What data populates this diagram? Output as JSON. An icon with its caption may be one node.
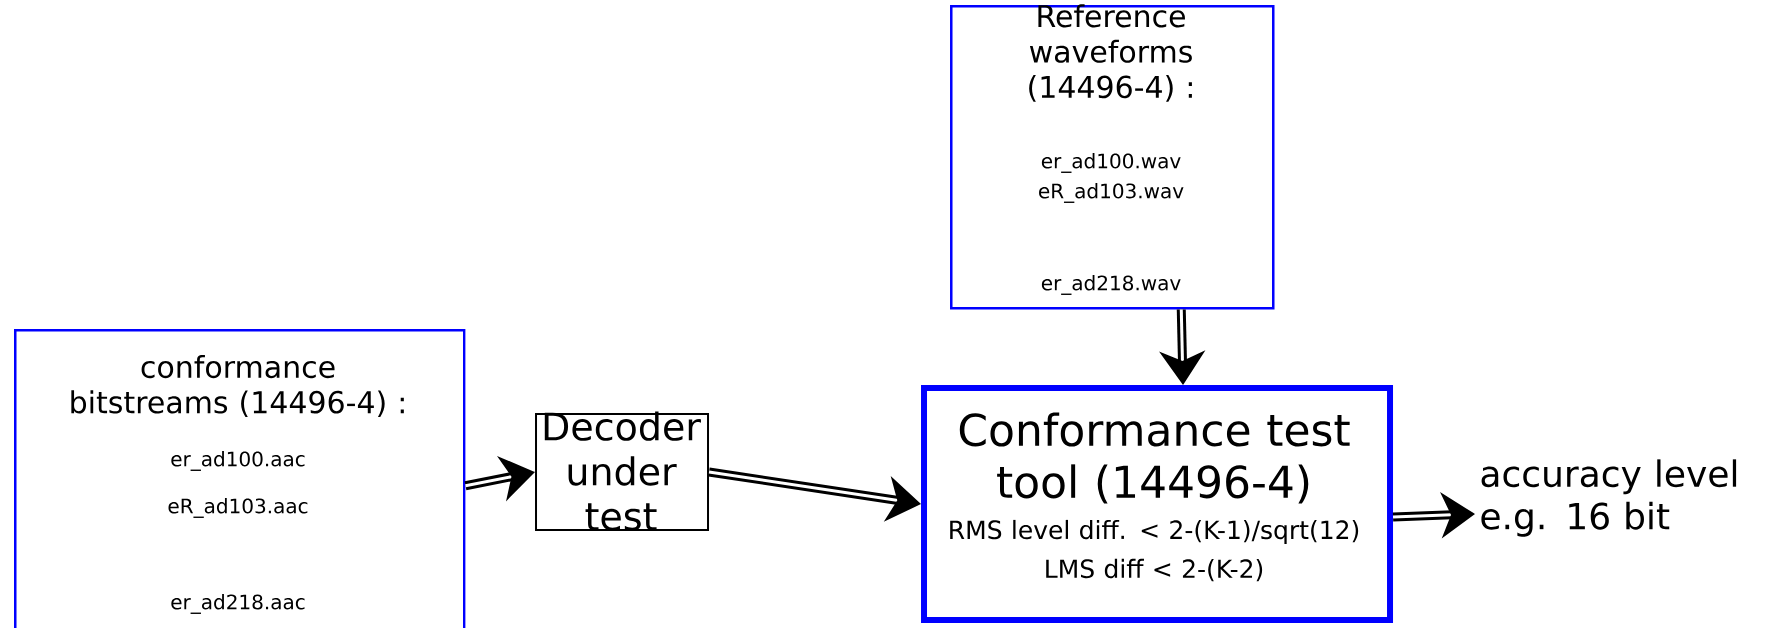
{
  "diagram": {
    "nodes": [
      {
        "text": [
          "Reference waveforms (14496-4) :",
          "er_ad100.wav",
          "eR_ad103.wav",
          "er_ad218.wav"
        ]
      },
      {
        "text": [
          "conformance bitstreams (14496-4) :",
          "er_ad100.aac",
          "eR_ad103.aac",
          "er_ad218.aac"
        ]
      },
      {
        "text": [
          "Decoder under test"
        ]
      },
      {
        "text": [
          "Conformance test tool (14496-4)",
          "RMS level diff. < 2-(K-1)/sqrt(12)",
          "LMS diff < 2-(K-2)"
        ]
      },
      {
        "text": [
          "accuracy level e.g. 16 bit"
        ]
      }
    ],
    "edges": [
      {
        "from": 1,
        "to": 2,
        "arrow": "to"
      },
      {
        "from": 2,
        "to": 3,
        "arrow": "to"
      },
      {
        "from": 0,
        "to": 3,
        "arrow": "to"
      },
      {
        "from": 3,
        "to": 4,
        "arrow": "to"
      }
    ]
  }
}
